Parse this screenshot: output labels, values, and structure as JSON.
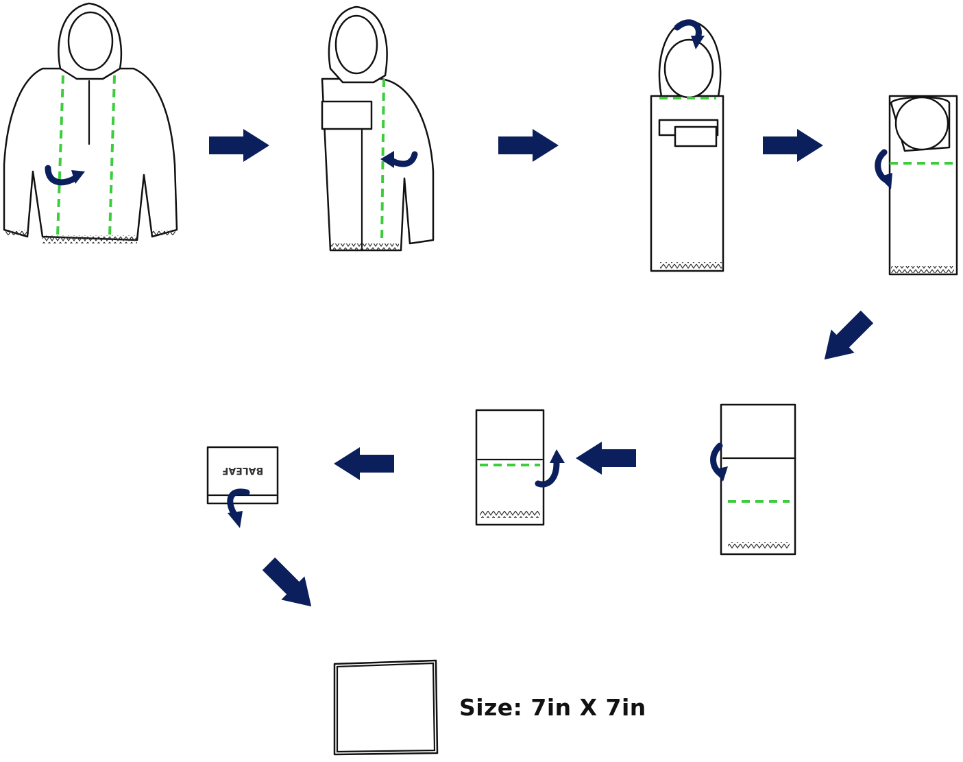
{
  "diagram": {
    "type": "folding-instructions",
    "colors": {
      "arrow": "#0a1f5c",
      "fold_line": "#3ccc3c",
      "outline": "#111111"
    },
    "logo_text": "BALEAF",
    "size_label": "Size: 7in X 7in",
    "steps": 8
  }
}
